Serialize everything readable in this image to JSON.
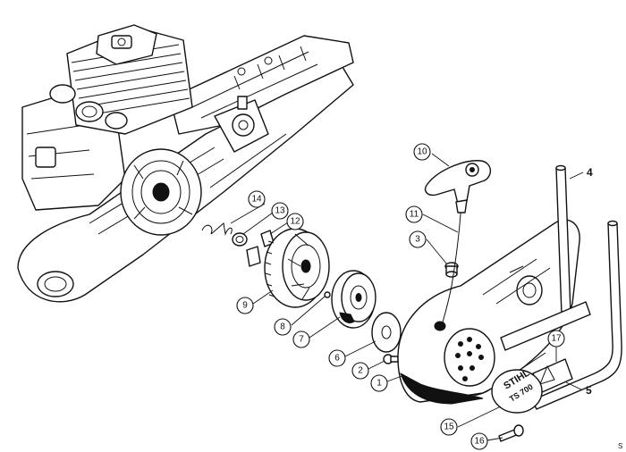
{
  "callouts": [
    {
      "id": "c1",
      "label": "1"
    },
    {
      "id": "c2",
      "label": "2"
    },
    {
      "id": "c3",
      "label": "3"
    },
    {
      "id": "c6",
      "label": "6"
    },
    {
      "id": "c7",
      "label": "7"
    },
    {
      "id": "c8",
      "label": "8"
    },
    {
      "id": "c9",
      "label": "9"
    },
    {
      "id": "c10",
      "label": "10"
    },
    {
      "id": "c11",
      "label": "11"
    },
    {
      "id": "c12",
      "label": "12"
    },
    {
      "id": "c13",
      "label": "13"
    },
    {
      "id": "c14",
      "label": "14"
    },
    {
      "id": "c15",
      "label": "15"
    },
    {
      "id": "c16",
      "label": "16"
    },
    {
      "id": "c17",
      "label": "17"
    }
  ],
  "plain_labels": {
    "l4": "4",
    "l5": "5"
  },
  "cover_logo": {
    "brand": "STIHL",
    "model": "TS 700"
  },
  "corner_mark": "S"
}
